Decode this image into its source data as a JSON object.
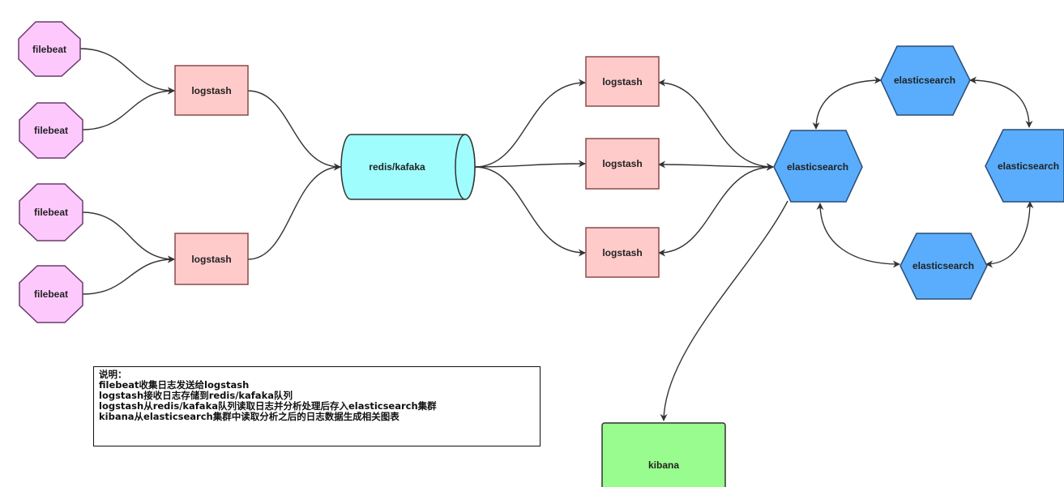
{
  "nodes": {
    "filebeat_1": {
      "label": "filebeat"
    },
    "filebeat_2": {
      "label": "filebeat"
    },
    "filebeat_3": {
      "label": "filebeat"
    },
    "filebeat_4": {
      "label": "filebeat"
    },
    "logstash_in_1": {
      "label": "logstash"
    },
    "logstash_in_2": {
      "label": "logstash"
    },
    "queue": {
      "label": "redis/kafaka"
    },
    "logstash_out_1": {
      "label": "logstash"
    },
    "logstash_out_2": {
      "label": "logstash"
    },
    "logstash_out_3": {
      "label": "logstash"
    },
    "es_main": {
      "label": "elasticsearch"
    },
    "es_top": {
      "label": "elasticsearch"
    },
    "es_right": {
      "label": "elasticsearch"
    },
    "es_bottom": {
      "label": "elasticsearch"
    },
    "kibana": {
      "label": "kibana"
    }
  },
  "colors": {
    "filebeat_fill": "#fdc9fd",
    "filebeat_stroke": "#6b3a6b",
    "logstash_fill": "#fecbca",
    "logstash_stroke": "#8a4a4a",
    "queue_fill": "#9ffdfd",
    "queue_stroke": "#333333",
    "es_fill": "#5aadfc",
    "es_stroke": "#2a4d75",
    "kibana_fill": "#98fd8e",
    "kibana_stroke": "#333333"
  },
  "note": {
    "lines": [
      "说明：",
      "filebeat收集日志发送给logstash",
      "logstash接收日志存储到redis/kafaka队列",
      "logstash从redis/kafaka队列读取日志并分析处理后存入elasticsearch集群",
      "kibana从elasticsearch集群中读取分析之后的日志数据生成相关图表"
    ]
  }
}
